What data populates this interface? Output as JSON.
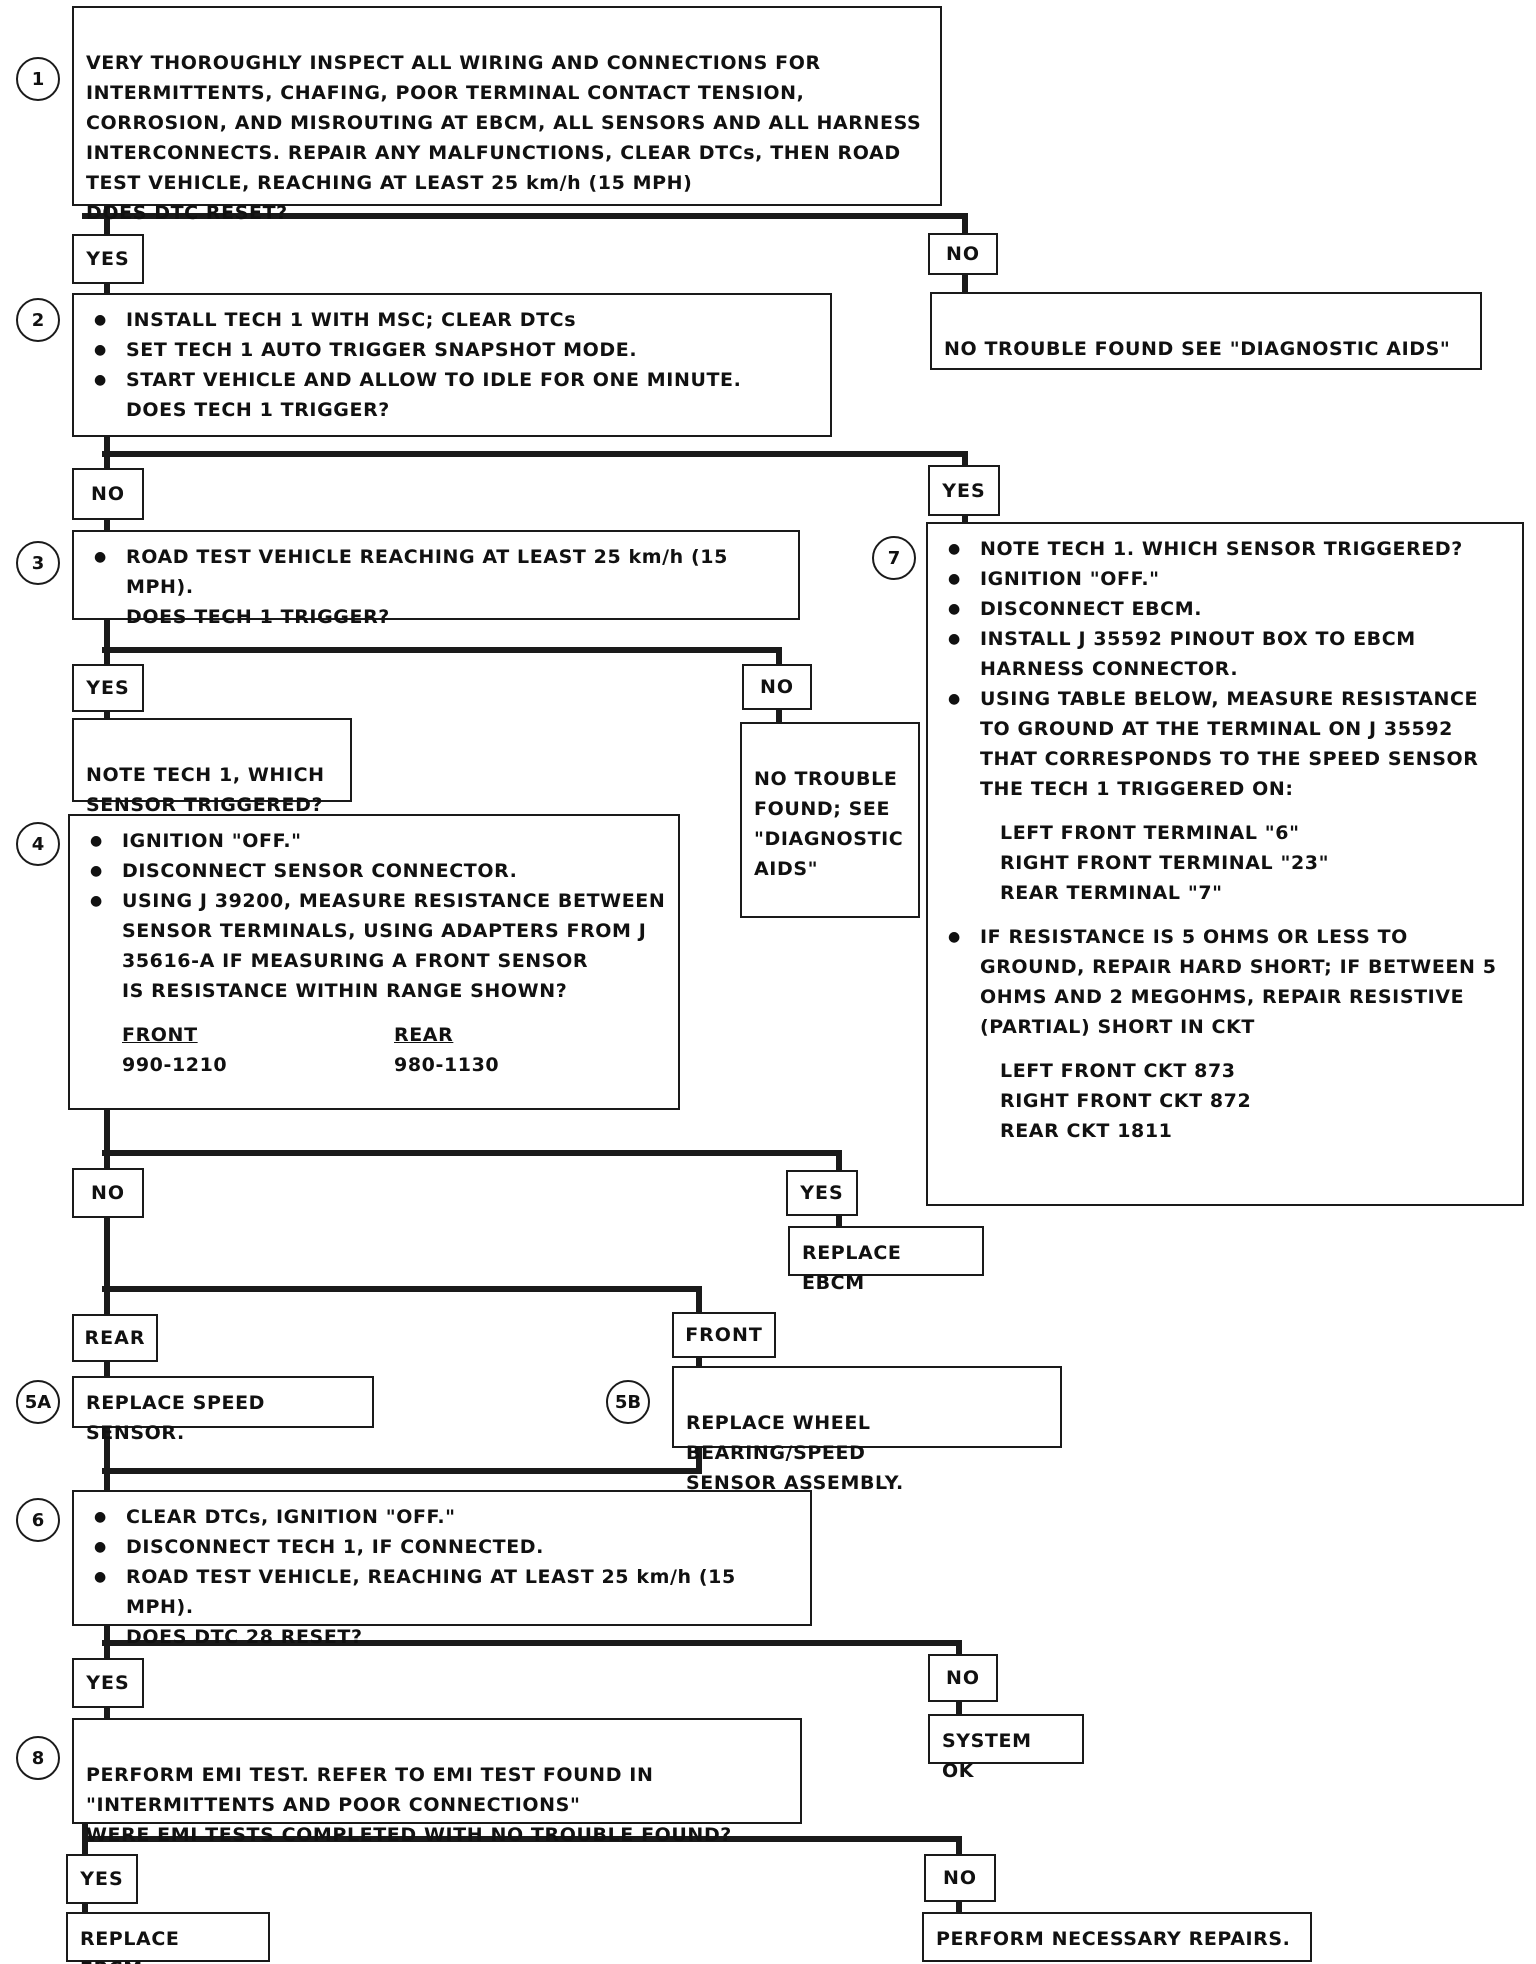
{
  "steps": {
    "s1": {
      "num": "1",
      "text": "VERY THOROUGHLY INSPECT ALL WIRING AND CONNECTIONS FOR\nINTERMITTENTS, CHAFING, POOR TERMINAL CONTACT TENSION,\nCORROSION, AND MISROUTING AT EBCM, ALL SENSORS AND ALL HARNESS\nINTERCONNECTS. REPAIR ANY MALFUNCTIONS, CLEAR DTCs, THEN ROAD\nTEST VEHICLE, REACHING AT LEAST 25 km/h (15 MPH)\nDOES DTC RESET?"
    },
    "s1_no": "NO TROUBLE FOUND SEE \"DIAGNOSTIC AIDS\"",
    "s2": {
      "num": "2",
      "items": [
        "INSTALL TECH 1 WITH MSC; CLEAR DTCs",
        "SET TECH 1 AUTO TRIGGER SNAPSHOT MODE.",
        "START VEHICLE AND ALLOW TO IDLE FOR ONE MINUTE."
      ],
      "question": "DOES TECH 1 TRIGGER?"
    },
    "s3": {
      "num": "3",
      "items": [
        "ROAD TEST VEHICLE REACHING AT LEAST 25 km/h (15 MPH)."
      ],
      "question": "DOES TECH 1 TRIGGER?"
    },
    "s3_yes": "NOTE TECH 1, WHICH\nSENSOR TRIGGERED?",
    "s3_no": "NO TROUBLE\nFOUND; SEE\n\"DIAGNOSTIC\nAIDS\"",
    "s4": {
      "num": "4",
      "items": [
        "IGNITION \"OFF.\"",
        "DISCONNECT SENSOR CONNECTOR.",
        "USING J 39200, MEASURE RESISTANCE BETWEEN SENSOR TERMINALS, USING ADAPTERS FROM J 35616-A IF MEASURING A FRONT SENSOR"
      ],
      "question": "IS RESISTANCE WITHIN RANGE SHOWN?",
      "front_head": "FRONT",
      "front_val": "990-1210",
      "rear_head": "REAR",
      "rear_val": "980-1130"
    },
    "s4_yes": "REPLACE EBCM",
    "s5a": {
      "num": "5A",
      "text": "REPLACE SPEED SENSOR."
    },
    "s5b": {
      "num": "5B",
      "text": "REPLACE WHEEL BEARING/SPEED\nSENSOR ASSEMBLY."
    },
    "s6": {
      "num": "6",
      "items": [
        "CLEAR DTCs, IGNITION \"OFF.\"",
        "DISCONNECT TECH 1, IF CONNECTED.",
        "ROAD TEST VEHICLE, REACHING AT LEAST 25 km/h (15 MPH)."
      ],
      "question": "DOES DTC 28 RESET?"
    },
    "s6_no": "SYSTEM OK",
    "s7": {
      "num": "7",
      "items": [
        "NOTE TECH 1. WHICH SENSOR TRIGGERED?",
        "IGNITION \"OFF.\"",
        "DISCONNECT EBCM.",
        "INSTALL J 35592 PINOUT BOX TO EBCM HARNESS CONNECTOR.",
        "USING TABLE BELOW, MEASURE RESISTANCE TO GROUND AT THE TERMINAL ON J 35592 THAT CORRESPONDS TO THE SPEED SENSOR THE TECH 1 TRIGGERED ON:"
      ],
      "terminals": "LEFT FRONT TERMINAL \"6\"\nRIGHT FRONT TERMINAL \"23\"\nREAR TERMINAL \"7\"",
      "item_last": "IF RESISTANCE IS 5 OHMS OR LESS TO GROUND, REPAIR HARD SHORT; IF BETWEEN 5 OHMS AND 2 MEGOHMS, REPAIR RESISTIVE (PARTIAL) SHORT IN CKT",
      "circuits": "LEFT FRONT CKT 873\nRIGHT FRONT CKT 872\nREAR CKT 1811"
    },
    "s8": {
      "num": "8",
      "text": "PERFORM EMI TEST. REFER TO EMI TEST FOUND IN\n\"INTERMITTENTS AND POOR CONNECTIONS\"\nWERE EMI TESTS COMPLETED WITH NO TROUBLE FOUND?"
    },
    "s8_yes": "REPLACE EBCM.",
    "s8_no": "PERFORM NECESSARY REPAIRS."
  },
  "labels": {
    "yes": "YES",
    "no": "NO",
    "rear": "REAR",
    "front": "FRONT"
  }
}
